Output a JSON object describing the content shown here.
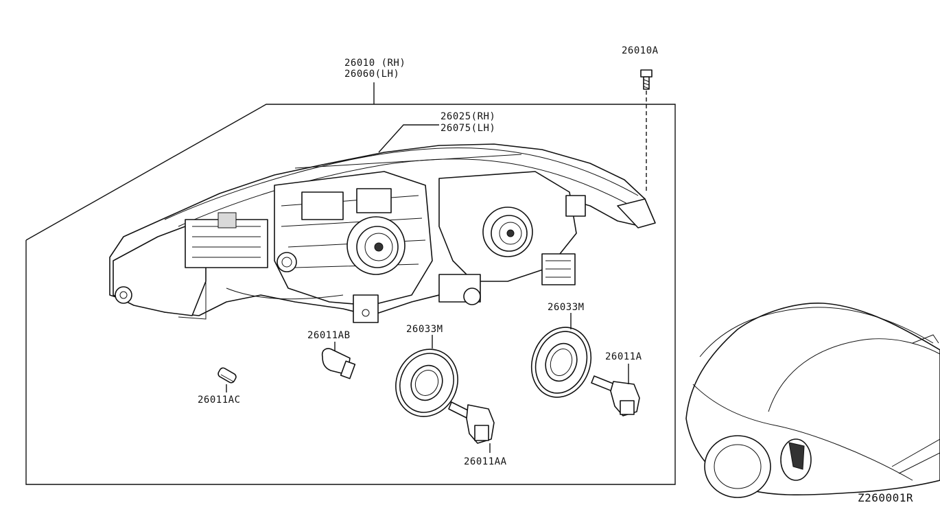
{
  "diagram": {
    "drawing_code": "Z260001R",
    "callouts": {
      "headlamp_assembly_rh": "26010 (RH)",
      "headlamp_assembly_lh": "26060(LH)",
      "housing_rh": "26025(RH)",
      "housing_lh": "26075(LH)",
      "screw": "26010A",
      "bulb_ab": "26011AB",
      "bulb_ac": "26011AC",
      "cap_left": "26033M",
      "cap_right": "26033M",
      "bulb_a": "26011A",
      "bulb_aa": "26011AA"
    }
  }
}
